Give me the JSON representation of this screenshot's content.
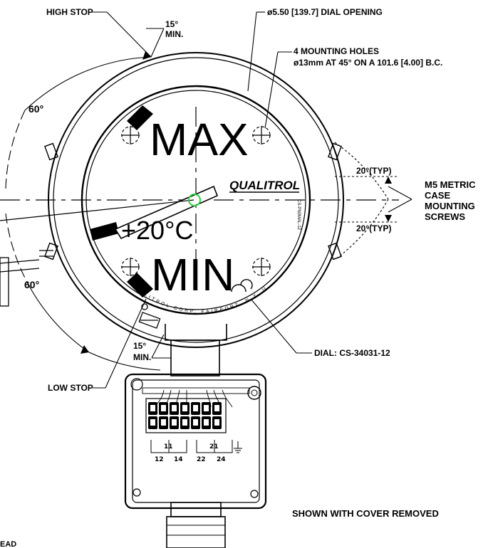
{
  "callouts": {
    "high_stop": "HIGH STOP",
    "top_angle": "15°",
    "top_min": "MIN.",
    "dial_opening": "ø5.50 [139.7] DIAL OPENING",
    "mounting_holes_1": "4 MOUNTING HOLES",
    "mounting_holes_2": "ø13mm AT 45° ON A 101.6 [4.00] B.C.",
    "angle_upper_left": "60°",
    "angle_lower_left": "60°",
    "typ_upper": "20°(TYP)",
    "typ_lower": "20°(TYP)",
    "screws_1": "M5 METRIC",
    "screws_2": "CASE",
    "screws_3": "MOUNTING",
    "screws_4": "SCREWS",
    "bottom_angle": "15°",
    "bottom_min": "MIN.",
    "low_stop": "LOW STOP",
    "dial_part": "DIAL: CS-34031-12",
    "note": "SHOWN WITH COVER REMOVED",
    "corner_fragment": "EAD"
  },
  "dial": {
    "max_label": "MAX",
    "min_label": "MIN",
    "temp_label": "+20°C",
    "brand": "QUALITROL",
    "side_code": "CS-PN0MAL-12",
    "arc_text": "QUALITROL CORP. FAIRPORT, N.Y. U.S.A."
  },
  "terminals": {
    "group_labels_top": [
      "11",
      "21"
    ],
    "group_labels_bottom": [
      "12",
      "14",
      "22",
      "24"
    ]
  },
  "colors": {
    "line": "#000000",
    "pivot_highlight": "#2ecc40"
  }
}
